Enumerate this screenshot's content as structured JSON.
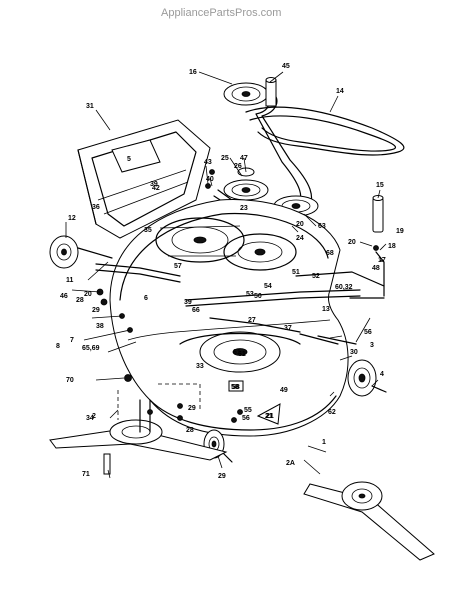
{
  "watermark": "AppliancePartsPros.com",
  "callouts": [
    "16",
    "45",
    "14",
    "31",
    "43",
    "40",
    "25",
    "47",
    "26",
    "39",
    "42",
    "15",
    "23",
    "20",
    "24",
    "63",
    "36",
    "68",
    "12",
    "35",
    "57",
    "20",
    "19",
    "18",
    "17",
    "48",
    "60,32",
    "51",
    "52",
    "11",
    "46",
    "28",
    "29",
    "20",
    "6",
    "54",
    "53",
    "39",
    "66",
    "13",
    "8",
    "37",
    "56",
    "38",
    "7",
    "65,69",
    "4",
    "33",
    "49",
    "61",
    "3",
    "30",
    "70",
    "58",
    "27",
    "50",
    "2",
    "29",
    "34",
    "21",
    "55",
    "56",
    "62",
    "28",
    "1",
    "71",
    "29",
    "2A"
  ],
  "inner_labels": {
    "hopper": "5",
    "center_plate": "61",
    "badge_58": "58",
    "triangle": "21"
  }
}
